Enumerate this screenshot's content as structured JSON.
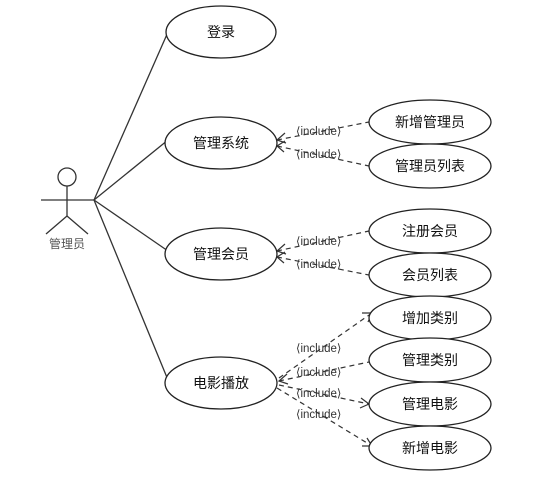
{
  "actor": {
    "name": "管理员"
  },
  "use_cases": {
    "login": "登录",
    "manage_system": "管理系统",
    "add_admin": "新增管理员",
    "admin_list": "管理员列表",
    "manage_members": "管理会员",
    "register_member": "注册会员",
    "member_list": "会员列表",
    "movie_play": "电影播放",
    "add_category": "增加类别",
    "manage_category": "管理类别",
    "manage_movie": "管理电影",
    "add_movie": "新增电影"
  },
  "relation_label": "⟨include⟩"
}
